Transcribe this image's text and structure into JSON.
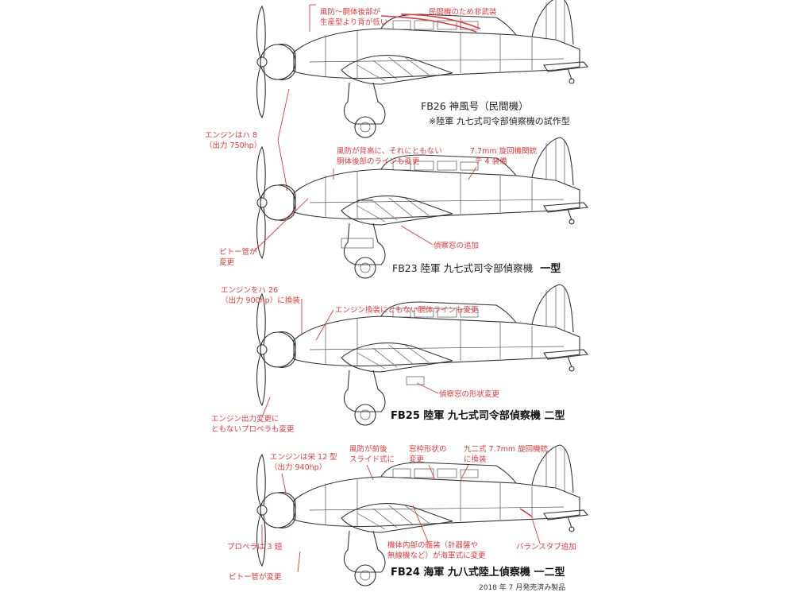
{
  "diagram": {
    "aircraft": [
      {
        "id": "fb26",
        "title": "FB26 神風号（民間機）",
        "subtitle": "※陸軍 九七式司令部偵察機の試作型",
        "notes": [
          "風防〜胴体後部が",
          "生産型より背が低い",
          "民間機のため非武装"
        ]
      },
      {
        "id": "fb23",
        "title": "FB23 陸軍 九七式司令部偵察機",
        "title_bold": "一型",
        "notes": [
          "風防が背高に、それにともない",
          "胴体後部のラインも変更",
          "7.7mm 旋回機関銃",
          "テ 4 装備",
          "偵察窓の追加",
          "ピトー管が",
          "変更"
        ]
      },
      {
        "id": "fb25",
        "title": "FB25 陸軍 九七式司令部偵察機 二型",
        "notes": [
          "エンジンをハ 26",
          "（出力 900hp）に換装",
          "エンジン換装にともない胴体ラインも変更",
          "偵察窓の形状変更",
          "エンジン出力変更に",
          "ともないプロペラも変更"
        ]
      },
      {
        "id": "fb24",
        "title": "FB24 海軍 九八式陸上偵察機 一二型",
        "notes": [
          "エンジンは栄 12 型",
          "（出力 940hp）",
          "風防が前後",
          "スライド式に",
          "窓枠形状の",
          "変更",
          "九二式 7.7mm 旋回機銃",
          "に換装",
          "プロペラは 3 翅",
          "機体内部の艤装（計器盤や",
          "無線機など）が海軍式に変更",
          "バランスタブ追加",
          "ピトー管が変更"
        ]
      }
    ],
    "shared_note": [
      "エンジンはハ 8",
      "（出力 750hp）"
    ],
    "footer": "2018 年 7 月発売済み製品"
  }
}
